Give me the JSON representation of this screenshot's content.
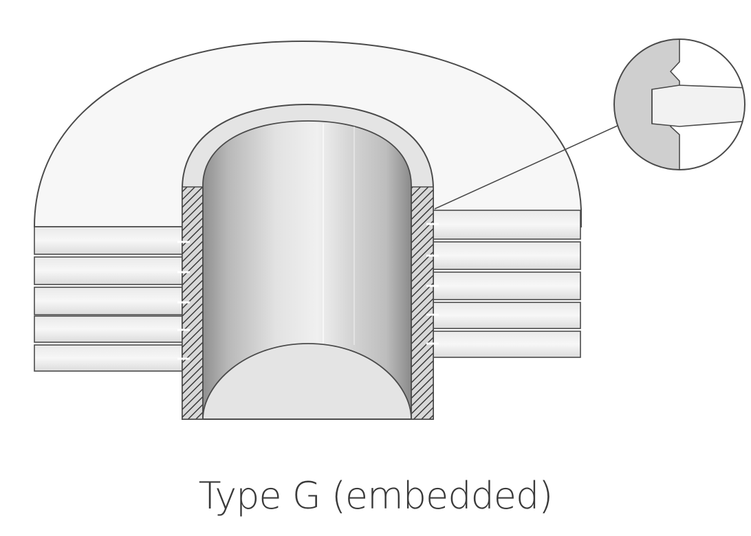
{
  "caption": "Type G (embedded)",
  "colors": {
    "outline": "#4a4a4a",
    "fin_fill": "#f4f4f4",
    "tube_light": "#e6e6e6",
    "tube_dark": "#a9a9a9",
    "detail_fill": "#cfcfcf",
    "caption_text": "#3a3a3a"
  },
  "elements": {
    "fin_count_left": 5,
    "fin_count_right": 5
  }
}
